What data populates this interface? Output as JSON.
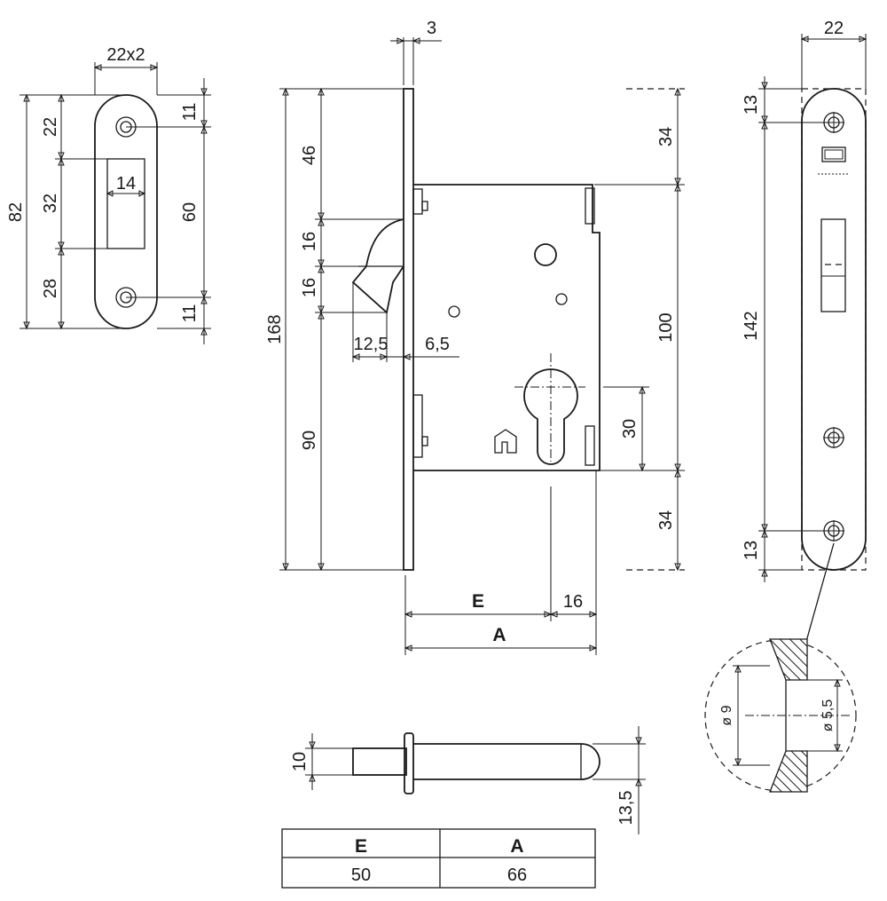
{
  "strike_plate": {
    "width": "22x2",
    "slot_width": "14",
    "top": "22",
    "middle": "32",
    "bottom": "28",
    "overall": "82",
    "hole_top": "11",
    "hole_spacing": "60",
    "hole_bottom": "11"
  },
  "lock_body": {
    "faceplate_thickness": "3",
    "upper": "46",
    "latch_upper": "16",
    "latch_lower": "16",
    "lower": "90",
    "overall_height": "168",
    "latch_projection": "12,5",
    "latch_offset": "6,5",
    "case_top_gap": "34",
    "case_height": "100",
    "case_bottom_gap": "34",
    "cylinder_centre": "30",
    "backset": "E",
    "rear": "16",
    "case_depth": "A"
  },
  "faceplate_front": {
    "width": "22",
    "hole_top": "13",
    "length": "142",
    "hole_bottom": "13"
  },
  "detail": {
    "outer_diameter": "ø 9",
    "inner_diameter": "ø 5,5"
  },
  "latch_side": {
    "bolt_height": "10",
    "overall_height": "13,5"
  },
  "table": {
    "headers": [
      "E",
      "A"
    ],
    "values": [
      "50",
      "66"
    ]
  }
}
